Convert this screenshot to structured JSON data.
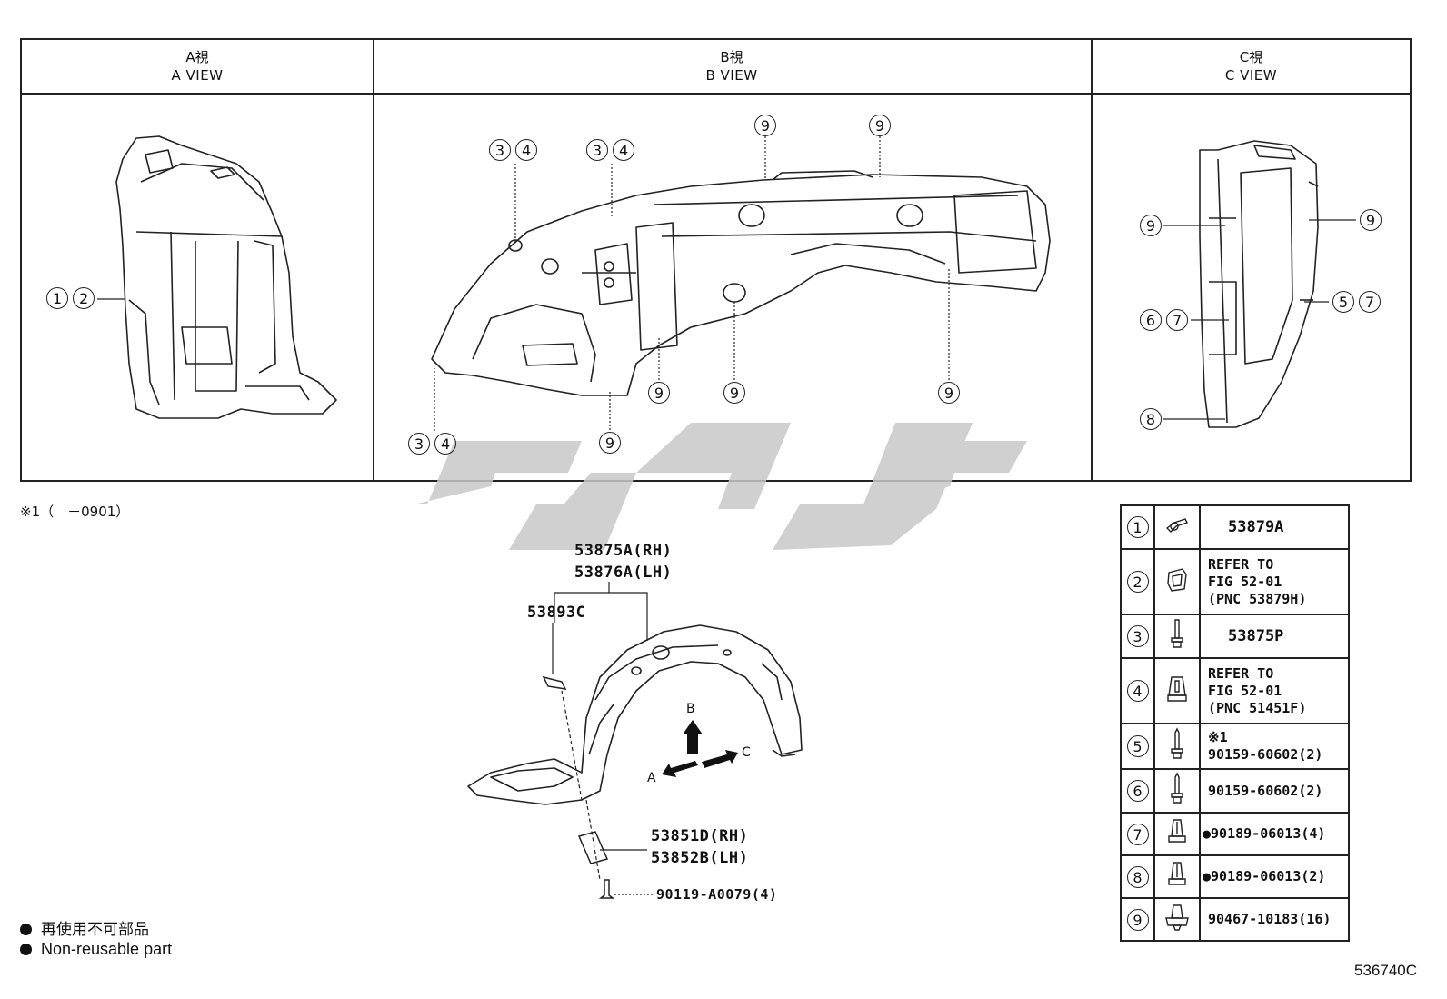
{
  "views": {
    "a": {
      "title_jp": "A視",
      "title_en": "A  VIEW"
    },
    "b": {
      "title_jp": "B視",
      "title_en": "B  VIEW"
    },
    "c": {
      "title_jp": "C視",
      "title_en": "C  VIEW"
    }
  },
  "callouts": {
    "a_12": [
      "1",
      "2"
    ],
    "b_34_left": [
      "3",
      "4"
    ],
    "b_34_mid": [
      "3",
      "4"
    ],
    "b_34_bottom": [
      "3",
      "4"
    ],
    "nine": "9",
    "c_67": [
      "6",
      "7"
    ],
    "c_57": [
      "5",
      "7"
    ],
    "c_8": "8"
  },
  "footnote": "※1（　－0901）",
  "parts": {
    "liner_rh": "53875A(RH)",
    "liner_lh": "53876A(LH)",
    "seal": "53893C",
    "bracket_rh": "53851D(RH)",
    "bracket_lh": "53852B(LH)",
    "bolt": "90119-A0079(4)"
  },
  "direction_labels": {
    "a": "A",
    "b": "B",
    "c": "C"
  },
  "legend": [
    {
      "num": "1",
      "icon": "clip-icon",
      "text": [
        "53879A"
      ]
    },
    {
      "num": "2",
      "icon": "retainer-icon",
      "text": [
        "REFER TO",
        "FIG 52-01",
        "(PNC 53879H)"
      ]
    },
    {
      "num": "3",
      "icon": "screw-icon",
      "text": [
        "53875P"
      ]
    },
    {
      "num": "4",
      "icon": "nut-clip-icon",
      "text": [
        "REFER TO",
        "FIG 52-01",
        "(PNC 51451F)"
      ]
    },
    {
      "num": "5",
      "icon": "screw-icon",
      "text": [
        "※1",
        "90159-60602(2)"
      ]
    },
    {
      "num": "6",
      "icon": "screw-icon",
      "text": [
        "90159-60602(2)"
      ]
    },
    {
      "num": "7",
      "icon": "push-clip-icon",
      "text": [
        "●90189-06013(4)"
      ]
    },
    {
      "num": "8",
      "icon": "push-clip-icon",
      "text": [
        "●90189-06013(2)"
      ]
    },
    {
      "num": "9",
      "icon": "push-rivet-icon",
      "text": [
        "90467-10183(16)"
      ]
    }
  ],
  "notes": {
    "jp": "再使用不可部品",
    "en": "Non-reusable part"
  },
  "figure_id": "536740C",
  "colors": {
    "line": "#222222",
    "watermark": "#c8c8c8"
  }
}
